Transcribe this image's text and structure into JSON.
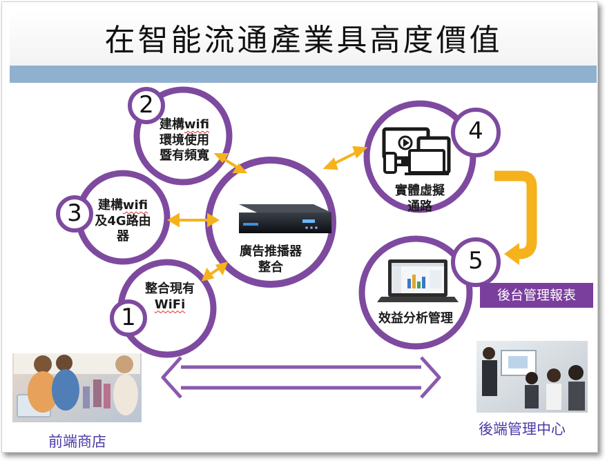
{
  "title": "在智能流通產業具高度價值",
  "nodes": {
    "center": {
      "line1": "廣告推播器",
      "line2": "整合"
    },
    "n1": {
      "number": "1",
      "line1": "整合現有",
      "line2": "WiFi"
    },
    "n2": {
      "number": "2",
      "line1_prefix": "建構",
      "line1_wifi": "wifi",
      "line2": "環境使用",
      "line3": "暨有頻寬"
    },
    "n3": {
      "number": "3",
      "line1_prefix": "建構",
      "line1_wifi": "wifi",
      "line2_prefix": "及4G路由",
      "line3": "器"
    },
    "n4": {
      "number": "4",
      "line1": "實體虛擬",
      "line2": "通路"
    },
    "n5": {
      "number": "5",
      "line1": "效益分析管理"
    }
  },
  "report_tag": "後台管理報表",
  "bottom": {
    "left": "前端商店",
    "right": "後端管理中心"
  },
  "colors": {
    "circle": "#7e4a9f",
    "arrow": "#f5b21c",
    "title_bar": "#8fb1cf",
    "tag": "#7a3f9c",
    "bottom_text": "#4a3aa8"
  }
}
